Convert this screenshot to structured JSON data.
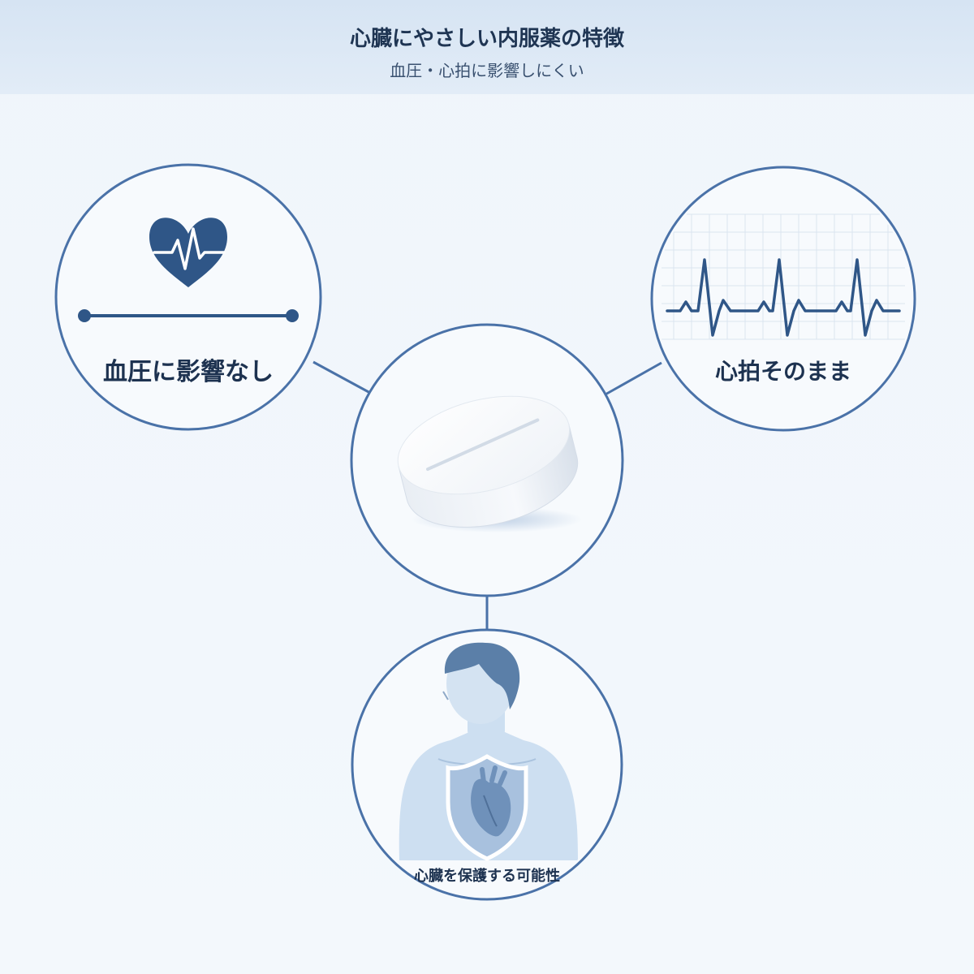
{
  "header": {
    "title": "心臓にやさしい内服薬の特徴",
    "subtitle": "血圧・心拍に影響しにくい"
  },
  "nodes": {
    "left": {
      "label": "血圧に影響なし",
      "icon": "heart-pulse-icon"
    },
    "right": {
      "label": "心拍そのまま",
      "icon": "ecg-waveform-icon"
    },
    "center": {
      "icon": "tablet-pill-icon"
    },
    "bottom": {
      "label": "心臓を保護する可能性",
      "icon": "shielded-heart-body-icon"
    }
  },
  "colors": {
    "circle_stroke": "#4a72a8",
    "icon_navy": "#2f5687",
    "header_bg": "#dbe7f4",
    "background": "#f1f6fb",
    "text": "#1d3250"
  }
}
